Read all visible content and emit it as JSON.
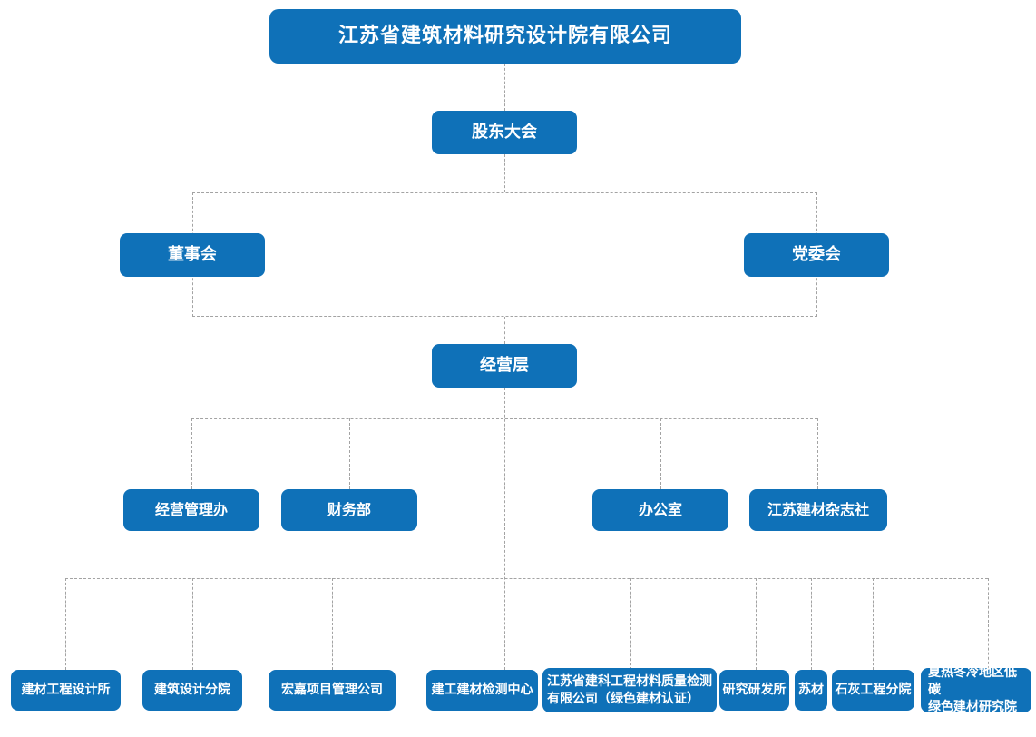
{
  "org": {
    "root": {
      "label": "江苏省建筑材料研究设计院有限公司"
    },
    "shareholders": {
      "label": "股东大会"
    },
    "board": {
      "label": "董事会"
    },
    "party_committee": {
      "label": "党委会"
    },
    "management": {
      "label": "经营层"
    },
    "departments": [
      {
        "label": "经营管理办"
      },
      {
        "label": "财务部"
      },
      {
        "label": "办公室"
      },
      {
        "label": "江苏建材杂志社"
      }
    ],
    "subsidiaries": [
      {
        "lines": [
          "建材工程设计所"
        ]
      },
      {
        "lines": [
          "建筑设计分院"
        ]
      },
      {
        "lines": [
          "宏嘉项目管理公司"
        ]
      },
      {
        "lines": [
          "建工建材检测中心"
        ]
      },
      {
        "lines": [
          "江苏省建科工程材料质量检测",
          "有限公司（绿色建材认证）"
        ]
      },
      {
        "lines": [
          "研究研发所"
        ]
      },
      {
        "lines": [
          "苏材"
        ]
      },
      {
        "lines": [
          "石灰工程分院"
        ]
      },
      {
        "lines": [
          "夏热冬冷地区低碳",
          "绿色建材研究院"
        ]
      }
    ]
  },
  "colors": {
    "node_fill": "#0f71b8",
    "node_text": "#ffffff",
    "connector": "#a3a3a3",
    "background": "#ffffff"
  },
  "chart_data": {
    "type": "org-chart",
    "title": "江苏省建筑材料研究设计院有限公司",
    "hierarchy": {
      "江苏省建筑材料研究设计院有限公司": {
        "股东大会": {
          "董事会、党委会": [
            "董事会",
            "党委会"
          ],
          "经营层": {
            "职能部门": [
              "经营管理办",
              "财务部",
              "办公室",
              "江苏建材杂志社"
            ],
            "下属机构": [
              "建材工程设计所",
              "建筑设计分院",
              "宏嘉项目管理公司",
              "建工建材检测中心",
              "江苏省建科工程材料质量检测有限公司（绿色建材认证）",
              "研究研发所",
              "苏材",
              "石灰工程分院",
              "夏热冬冷地区低碳绿色建材研究院"
            ]
          }
        }
      }
    }
  }
}
